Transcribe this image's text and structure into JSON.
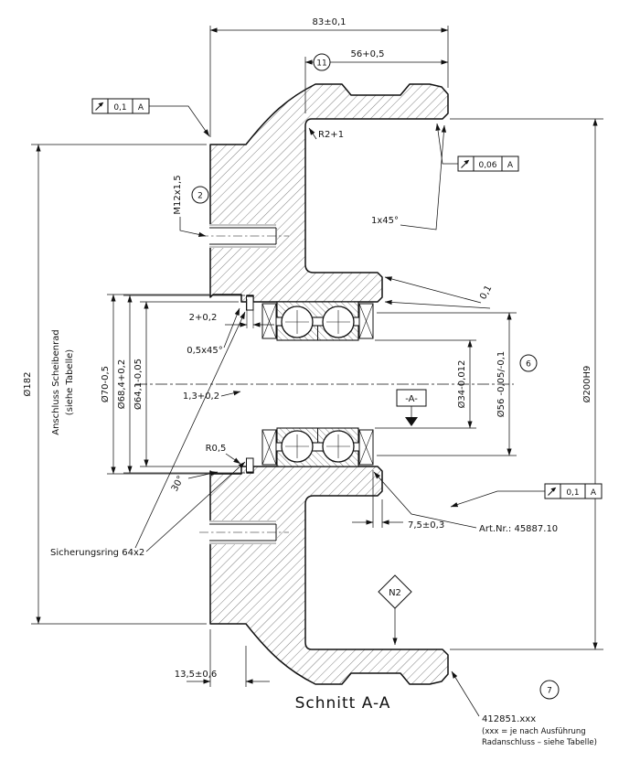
{
  "drawing": {
    "title": "Schnitt A-A",
    "labels": {
      "overall_width": "83±0,1",
      "drum_depth": "56+0,5",
      "fillet_radius": "R2+1",
      "thread": "M12x1,5",
      "edge_chamfer": "1x45°",
      "flange_dia": "Ø182",
      "wheel_note_1": "Anschluss Scheibenrad",
      "wheel_note_2": "(siehe Tabelle)",
      "pilot_dia": "Ø70-0,5",
      "groove_dia": "Ø68,4+0,2",
      "bore_dia": "Ø64,1-0,05",
      "groove_width": "2+0,2",
      "small_chamfer": "0,5x45°",
      "ring_gap": "1,3+0,2",
      "small_radius": "R0,5",
      "seat_angle": "30°",
      "snap_ring": "Sicherungsring 64x2",
      "shaft_dia": "Ø34-0,012",
      "seal_dia": "Ø56 -0,05/-0,1",
      "drum_dia": "Ø200H9",
      "face_runout": "0,1",
      "bearing_offset": "7,5±0,3",
      "art_no": "Art.Nr.: 45887.10",
      "surface_finish": "N2",
      "flange_thickness": "13,5±0,6",
      "part_no": "412851.xxx",
      "part_note_1": "(xxx = je nach Ausführung",
      "part_note_2": "Radanschluss – siehe Tabelle)",
      "datum_a": "-A-"
    },
    "balloons": {
      "n2": "2",
      "n6": "6",
      "n7": "7",
      "n11": "11"
    },
    "tolerance_frames": [
      {
        "symbol": "runout",
        "value": "0,1",
        "datum": "A"
      },
      {
        "symbol": "runout",
        "value": "0,06",
        "datum": "A"
      },
      {
        "symbol": "runout",
        "value": "0,1",
        "datum": "A"
      }
    ]
  }
}
